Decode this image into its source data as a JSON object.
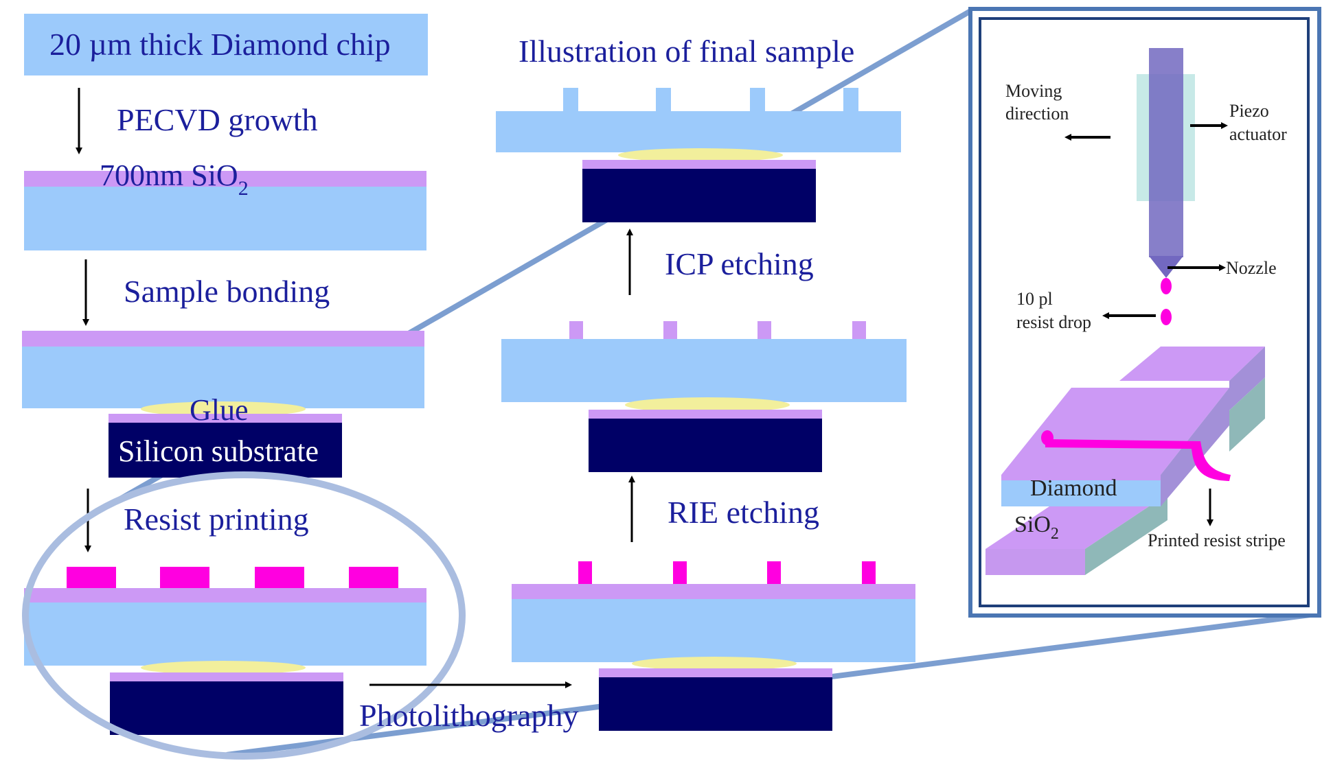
{
  "steps": {
    "chip_label": "20 µm thick Diamond chip",
    "pecvd": "PECVD growth",
    "sio2_base": "700nm SiO",
    "sio2_sub": "2",
    "bonding": "Sample bonding",
    "glue": "Glue",
    "silicon": "Silicon substrate",
    "resist_printing": "Resist printing",
    "photolithography": "Photolithography",
    "rie": "RIE etching",
    "icp": "ICP etching",
    "final": "Illustration of final sample"
  },
  "inset": {
    "moving_direction_1": "Moving",
    "moving_direction_2": "direction",
    "piezo_1": "Piezo",
    "piezo_2": "actuator",
    "nozzle": "Nozzle",
    "drop_1": "10 pl",
    "drop_2": "resist drop",
    "diamond": "Diamond",
    "sio2_base": "SiO",
    "sio2_sub": "2",
    "printed_stripe": "Printed resist stripe"
  },
  "colors": {
    "diamond": "#9ccafb",
    "sio2": "#cc99f5",
    "glue": "#f2ef9c",
    "silicon": "#000066",
    "resist": "#ff00e0",
    "text": "#1b1f9c",
    "callout": "#5b86c4"
  }
}
